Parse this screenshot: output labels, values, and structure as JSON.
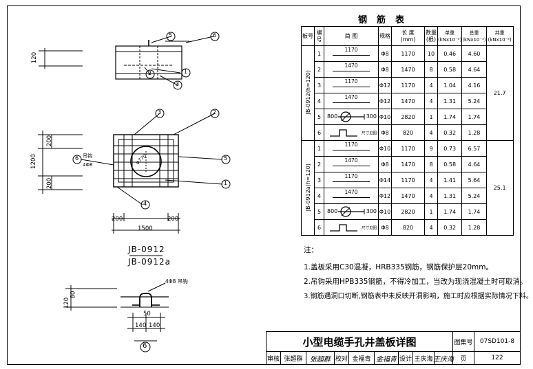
{
  "drawing": {
    "dims": {
      "top_height": "120",
      "plan_height": "1200",
      "plan_top_edge": "200",
      "plan_bottom_edge": "200",
      "plan_width": "1500",
      "plan_left_edge": "200",
      "plan_right_edge": "200",
      "hole_diameter": "φ770",
      "hook_label": "吊钩",
      "hook_spec": "4Φ8",
      "detail_height_1": "120",
      "detail_height_2": "80",
      "detail_spec": "4Φ8 吊钩",
      "detail_width": "50",
      "detail_left": "140",
      "detail_right": "140"
    },
    "callouts": [
      "1",
      "2",
      "3",
      "4",
      "5",
      "6"
    ],
    "caption_line1": "JB-0912",
    "caption_line2": "JB-0912a",
    "detail_callout": "6"
  },
  "rebar_table": {
    "title": "钢筋表",
    "headers": {
      "board": "板号",
      "no": "编号",
      "sketch": "简 图",
      "spec": "规格",
      "length": "长 度",
      "length_unit": "(mm)",
      "qty": "数量",
      "qty_unit": "(根)",
      "unit_weight": "单重",
      "unit_weight_unit": "(kNx10⁻²)",
      "total_weight": "总重",
      "total_weight_unit": "(kNx10⁻²)",
      "sum_weight": "共重",
      "sum_weight_unit": "(kNx10⁻²)"
    },
    "groups": [
      {
        "board": "JB-0912(h=120)",
        "sum": "21.7",
        "rows": [
          {
            "no": "1",
            "sketch": "1170",
            "spec": "Φ8",
            "length": "1170",
            "qty": "10",
            "unit": "0.46",
            "total": "4.60"
          },
          {
            "no": "2",
            "sketch": "1470",
            "spec": "Φ8",
            "length": "1470",
            "qty": "8",
            "unit": "0.58",
            "total": "4.64"
          },
          {
            "no": "3",
            "sketch": "1170",
            "spec": "Φ12",
            "length": "1170",
            "qty": "4",
            "unit": "1.04",
            "total": "4.16"
          },
          {
            "no": "4",
            "sketch": "1470",
            "spec": "Φ12",
            "length": "1470",
            "qty": "4",
            "unit": "1.31",
            "total": "5.24"
          },
          {
            "no": "5",
            "sketch": "800|300",
            "spec": "Φ10",
            "length": "2820",
            "qty": "1",
            "unit": "1.74",
            "total": "1.74"
          },
          {
            "no": "6",
            "sketch": "尺寸见图",
            "spec": "Φ8",
            "length": "820",
            "qty": "4",
            "unit": "0.32",
            "total": "1.28"
          }
        ]
      },
      {
        "board": "JB-0912a(h=120)",
        "sum": "25.1",
        "rows": [
          {
            "no": "1",
            "sketch": "1170",
            "spec": "Φ10",
            "length": "1170",
            "qty": "9",
            "unit": "0.73",
            "total": "6.57"
          },
          {
            "no": "2",
            "sketch": "1470",
            "spec": "Φ8",
            "length": "1470",
            "qty": "8",
            "unit": "0.58",
            "total": "4.64"
          },
          {
            "no": "3",
            "sketch": "1170",
            "spec": "Φ14",
            "length": "1170",
            "qty": "4",
            "unit": "1.41",
            "total": "5.64"
          },
          {
            "no": "4",
            "sketch": "1470",
            "spec": "Φ12",
            "length": "1470",
            "qty": "4",
            "unit": "1.31",
            "total": "5.24"
          },
          {
            "no": "5",
            "sketch": "800|300",
            "spec": "Φ10",
            "length": "2820",
            "qty": "1",
            "unit": "1.74",
            "total": "1.74"
          },
          {
            "no": "6",
            "sketch": "尺寸见图",
            "spec": "Φ8",
            "length": "820",
            "qty": "4",
            "unit": "0.32",
            "total": "1.28"
          }
        ]
      }
    ]
  },
  "notes": {
    "heading": "注：",
    "items": [
      "1.盖板采用C30混凝，HRB335钢筋，钢筋保护层20mm。",
      "2.吊钩采用HPB335钢筋，不得冷加工，当改为现浇混凝土时可取消。",
      "3.钢筋遇洞口切断,钢筋表中未反映开洞影响，施工时应根据实际情况下料。"
    ]
  },
  "title_block": {
    "title": "小型电缆手孔井盖板详图",
    "atlas_label": "图集号",
    "atlas_no": "07SD101-8",
    "review_label": "审核",
    "reviewer": "张超群",
    "reviewer_sig": "张超群",
    "check_label": "校对",
    "checker": "金福青",
    "checker_sig": "金福青",
    "design_label": "设计",
    "designer": "王庆海",
    "designer_sig": "王庆海",
    "page_label": "页",
    "page_no": "122"
  }
}
